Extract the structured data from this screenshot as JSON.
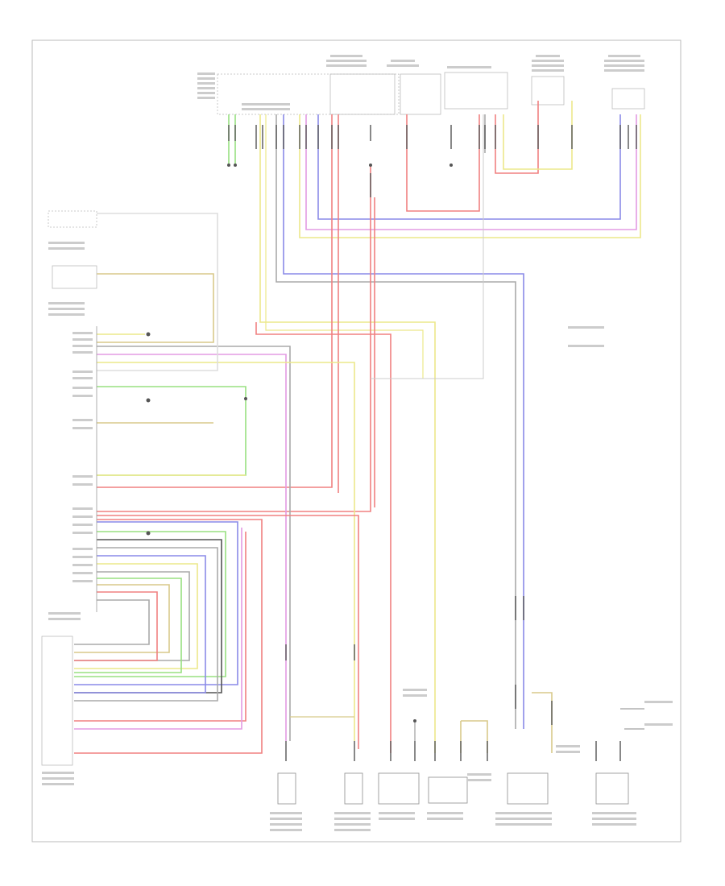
{
  "footer_label": "",
  "notes": [],
  "wire_colors": {
    "yellow": "#ece88a",
    "red": "#f08080",
    "blue": "#8a8ae8",
    "green": "#98e080",
    "gray": "#aaaaaa",
    "pink": "#e39be3",
    "tan": "#d8c98a",
    "black": "#555555"
  },
  "components": {
    "top": [
      {
        "name": "module-1"
      },
      {
        "name": "module-2"
      },
      {
        "name": "module-3"
      },
      {
        "name": "module-4"
      },
      {
        "name": "module-5"
      },
      {
        "name": "module-6"
      }
    ],
    "left": [
      {
        "name": "module-a"
      },
      {
        "name": "module-b"
      },
      {
        "name": "connector-block"
      }
    ],
    "bottom": [
      {
        "name": "sensor-1"
      },
      {
        "name": "sensor-2"
      },
      {
        "name": "module-c"
      },
      {
        "name": "module-d"
      },
      {
        "name": "module-e"
      },
      {
        "name": "module-f"
      }
    ]
  }
}
